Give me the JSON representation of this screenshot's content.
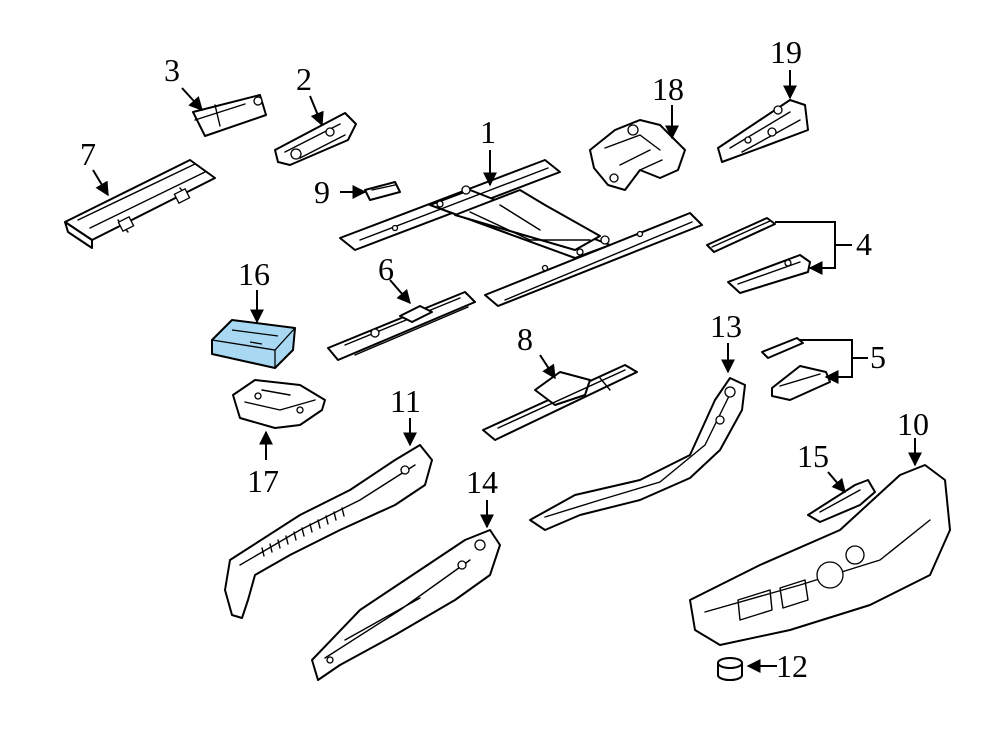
{
  "callouts": {
    "c1": "1",
    "c2": "2",
    "c3": "3",
    "c4": "4",
    "c5": "5",
    "c6": "6",
    "c7": "7",
    "c8": "8",
    "c9": "9",
    "c10": "10",
    "c11": "11",
    "c12": "12",
    "c13": "13",
    "c14": "14",
    "c15": "15",
    "c16": "16",
    "c17": "17",
    "c18": "18",
    "c19": "19"
  },
  "colors": {
    "highlight": "#a9d8f2",
    "line": "#000000",
    "background": "#ffffff"
  },
  "highlighted_part": "16"
}
